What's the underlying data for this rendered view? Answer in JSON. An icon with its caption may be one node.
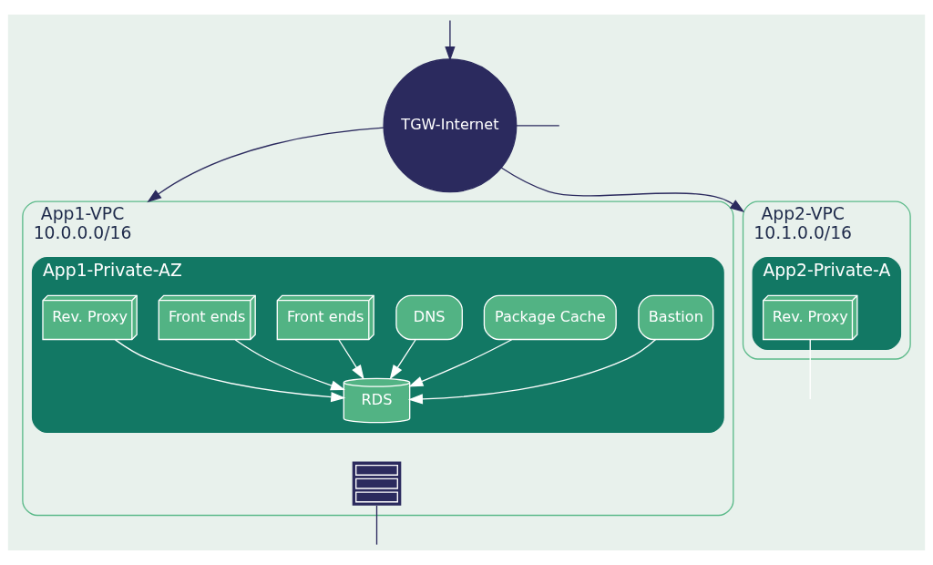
{
  "diagram": {
    "nodes": [
      {
        "text": [
          "TGW-Internet"
        ]
      },
      {
        "text": [
          "App1-VPC",
          "10.0.0.0/16"
        ]
      },
      {
        "text": [
          "App1-Private-AZ"
        ],
        "in": 1
      },
      {
        "text": [
          "Rev. Proxy"
        ],
        "in": 2
      },
      {
        "text": [
          "Front ends"
        ],
        "in": 2
      },
      {
        "text": [
          "Front ends"
        ],
        "in": 2
      },
      {
        "text": [
          "DNS"
        ],
        "in": 2
      },
      {
        "text": [
          "Package Cache"
        ],
        "in": 2
      },
      {
        "text": [
          "Bastion"
        ],
        "in": 2
      },
      {
        "text": [
          "RDS"
        ],
        "in": 2
      },
      {
        "text": [],
        "shape": "picture",
        "in": 1
      },
      {
        "text": [
          "App2-VPC",
          "10.1.0.0/16"
        ]
      },
      {
        "text": [
          "App2-Private-A"
        ],
        "in": 11
      },
      {
        "text": [
          "Rev. Proxy"
        ],
        "in": 12
      }
    ],
    "edges": [
      {
        "from": 0,
        "to": null,
        "arrow": "none",
        "color": "#2b2a5e"
      },
      {
        "from": null,
        "to": 0,
        "arrow": "to",
        "color": "#2b2a5e"
      },
      {
        "from": 0,
        "to": 1,
        "arrow": "to",
        "color": "#2b2a5e"
      },
      {
        "from": 0,
        "to": 11,
        "arrow": "to",
        "color": "#2b2a5e"
      },
      {
        "from": 3,
        "to": 9,
        "arrow": "to"
      },
      {
        "from": 4,
        "to": 9,
        "arrow": "to"
      },
      {
        "from": 5,
        "to": 9,
        "arrow": "to"
      },
      {
        "from": 6,
        "to": 9,
        "arrow": "to"
      },
      {
        "from": 7,
        "to": 9,
        "arrow": "to"
      },
      {
        "from": 8,
        "to": 9,
        "arrow": "to"
      },
      {
        "from": 10,
        "to": null,
        "arrow": "none",
        "color": "#2b2a5e"
      },
      {
        "from": 13,
        "to": null,
        "arrow": "none"
      }
    ]
  }
}
